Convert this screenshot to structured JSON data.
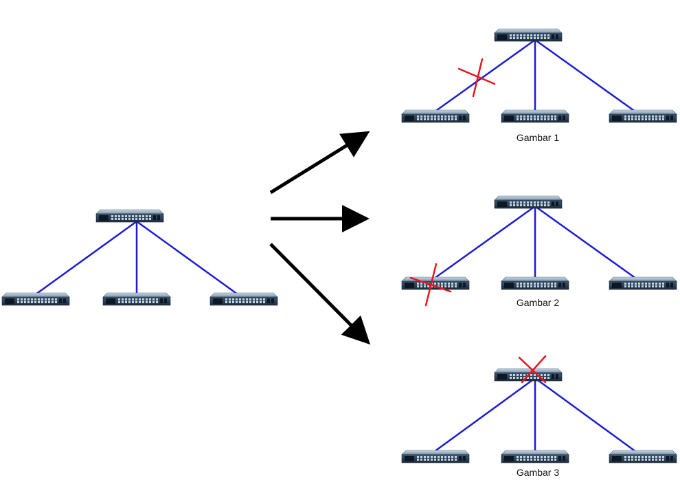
{
  "captions": {
    "fig1": "Gambar 1",
    "fig2": "Gambar 2",
    "fig3": "Gambar 3"
  },
  "colors": {
    "link": "#1c1cd6",
    "arrow": "#000000",
    "failure_mark": "#e8141e",
    "switch_body": "#2e4760",
    "switch_top": "#9ab0c4"
  },
  "icons": {
    "network_device": "switch-icon",
    "failure": "x-mark-icon",
    "flow": "arrow-icon"
  }
}
